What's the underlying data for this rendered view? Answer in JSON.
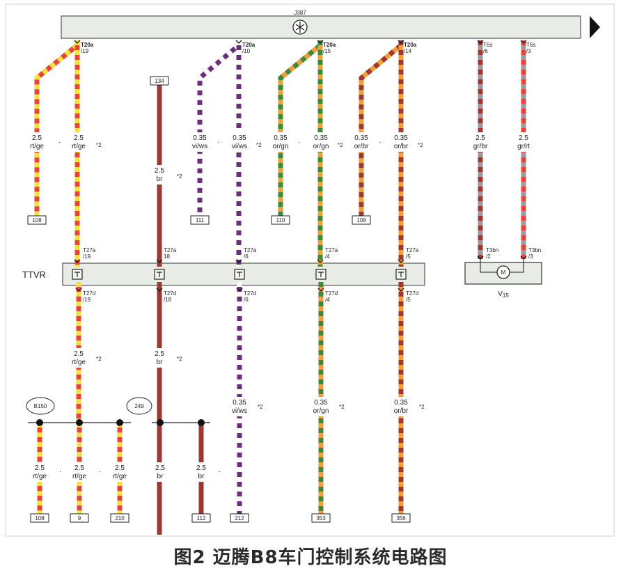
{
  "figure": {
    "caption": "图2 迈腾B8车门控制系统电路图"
  },
  "components": {
    "ecu": {
      "name": "J387"
    },
    "connector_block": {
      "name": "TTVR"
    },
    "motor": {
      "name": "V",
      "subscript": "15",
      "symbol": "M"
    }
  },
  "top_pins": [
    "T20a /19",
    "T20a /10",
    "T20a /15",
    "T20a /14",
    "T6s /6",
    "T6s /3"
  ],
  "top_pin_parts": [
    {
      "a": "T20a",
      "b": "/19"
    },
    {
      "a": "T20a",
      "b": "/10"
    },
    {
      "a": "T20a",
      "b": "/15"
    },
    {
      "a": "T20a",
      "b": "/14"
    },
    {
      "a": "T6s",
      "b": "/6"
    },
    {
      "a": "T6s",
      "b": "/3"
    }
  ],
  "upper_labels": [
    {
      "size": "2.5",
      "color": "rt/ge"
    },
    {
      "size": "2.5",
      "color": "rt/ge",
      "note": "*2"
    },
    {
      "size": "2.5",
      "color": "br",
      "note": "*2"
    },
    {
      "size": "0.35",
      "color": "vi/ws"
    },
    {
      "size": "0.35",
      "color": "vi/ws",
      "note": "*2"
    },
    {
      "size": "0.35",
      "color": "or/gn"
    },
    {
      "size": "0.35",
      "color": "or/gn",
      "note": "*2"
    },
    {
      "size": "0.35",
      "color": "or/br"
    },
    {
      "size": "0.35",
      "color": "or/br",
      "note": "*2"
    },
    {
      "size": "2.5",
      "color": "gr/br"
    },
    {
      "size": "2.5",
      "color": "gr/rt"
    }
  ],
  "upper_terminals": [
    "108",
    "134",
    "111",
    "110",
    "109"
  ],
  "t27a_pins": [
    {
      "a": "T27a",
      "b": "/19"
    },
    {
      "a": "T27a",
      "b": "18"
    },
    {
      "a": "T27a",
      "b": "/6"
    },
    {
      "a": "T27a",
      "b": "/4"
    },
    {
      "a": "T27a",
      "b": "/5"
    }
  ],
  "t27d_pins": [
    {
      "a": "T27d",
      "b": "/19"
    },
    {
      "a": "T27d",
      "b": "/18"
    },
    {
      "a": "T27d",
      "b": "/6"
    },
    {
      "a": "T27d",
      "b": "/4"
    },
    {
      "a": "T27d",
      "b": "/5"
    }
  ],
  "motor_pins": [
    {
      "a": "T3bn",
      "b": "/2"
    },
    {
      "a": "T3bn",
      "b": "/3"
    }
  ],
  "middle_labels": [
    {
      "size": "2.5",
      "color": "rt/ge",
      "note": "*2"
    },
    {
      "size": "2.5",
      "color": "br",
      "note": "*2"
    },
    {
      "size": "0.35",
      "color": "vi/ws",
      "note": "*2"
    },
    {
      "size": "0.35",
      "color": "or/gn",
      "note": "*2"
    },
    {
      "size": "0.35",
      "color": "or/br",
      "note": "*2"
    }
  ],
  "splices": [
    "B150",
    "249"
  ],
  "lower_labels": [
    {
      "size": "2.5",
      "color": "rt/ge"
    },
    {
      "size": "2.5",
      "color": "rt/ge"
    },
    {
      "size": "2.5",
      "color": "rt/ge"
    },
    {
      "size": "2.5",
      "color": "br"
    },
    {
      "size": "2.5",
      "color": "br"
    }
  ],
  "bottom_terminals": [
    "108",
    "9",
    "210",
    "112",
    "212",
    "353",
    "356"
  ],
  "wire_colors": {
    "red": "#e8443a",
    "yellow": "#f2e23a",
    "brown": "#9c3a32",
    "violet": "#6a2f7a",
    "white": "#ffffff",
    "orange": "#f0a03a",
    "green": "#3f8a3a",
    "grey": "#9a9a9a",
    "bus_fill": "#e8ebe6"
  }
}
